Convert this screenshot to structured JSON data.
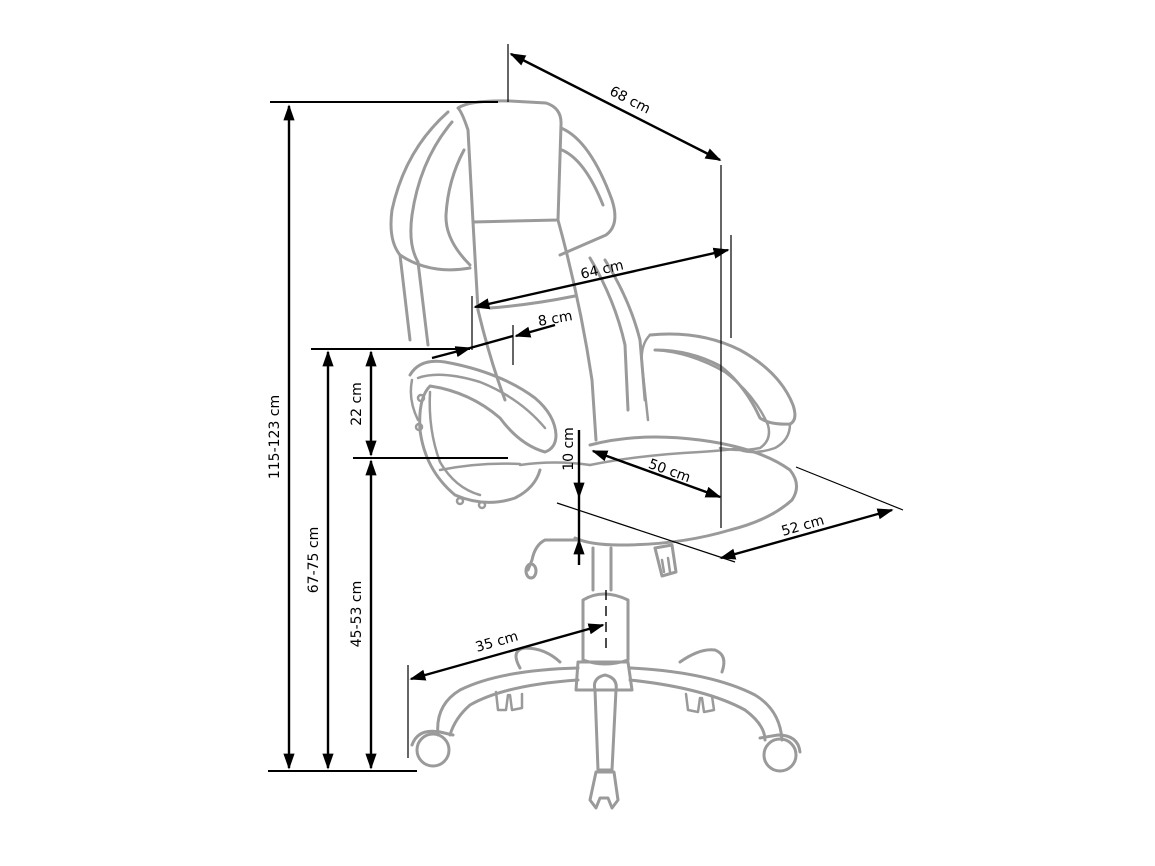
{
  "figure": {
    "subject": "office chair technical dimension drawing",
    "line_color_chair": "#9a9a9a",
    "line_color_dimensions": "#000000",
    "background": "#ffffff"
  },
  "dimensions": {
    "total_height": "115-123 cm",
    "armrest_height": "67-75 cm",
    "seat_height": "45-53 cm",
    "armrest_above_seat": "22 cm",
    "overall_width": "68 cm",
    "backrest_width": "64 cm",
    "armrest_width": "8 cm",
    "seat_depth": "50 cm",
    "seat_width": "52 cm",
    "seat_adjustment": "10 cm",
    "base_radius": "35 cm"
  }
}
